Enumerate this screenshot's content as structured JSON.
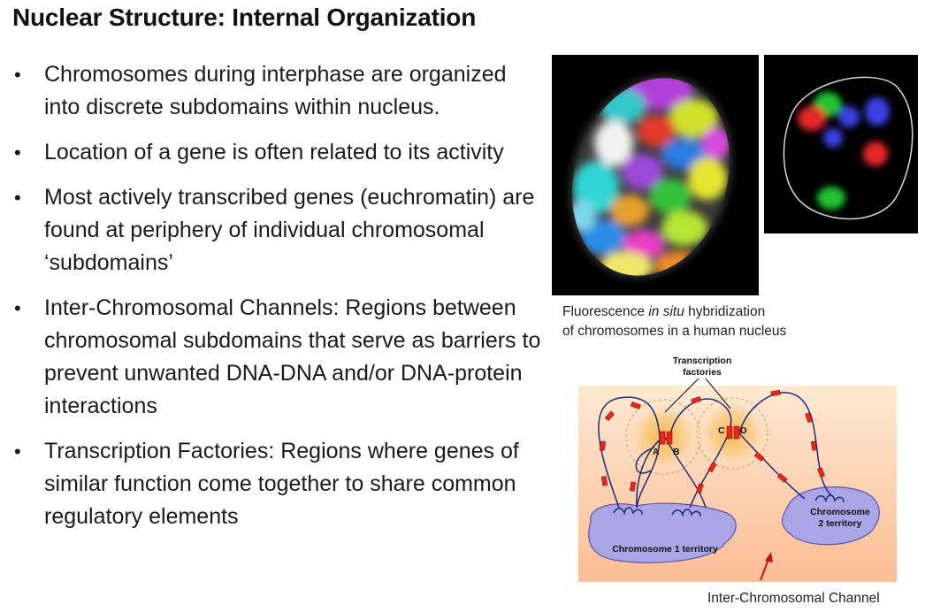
{
  "slide": {
    "title": "Nuclear Structure: Internal Organization",
    "bullets": [
      "Chromosomes during interphase are organized into discrete subdomains within nucleus.",
      "Location of a gene is often related to its activity",
      "Most actively transcribed genes (euchromatin) are found at periphery of individual chromosomal ‘subdomains’",
      "Inter-Chromosomal Channels: Regions between chromosomal subdomains that serve as barriers to prevent unwanted DNA-DNA and/or DNA-protein interactions",
      "Transcription Factories: Regions where genes of similar function come together to share common regulatory elements"
    ]
  },
  "figure": {
    "caption_before": "Fluorescence ",
    "caption_italic": "in situ",
    "caption_after_line1": " hybridization",
    "caption_line2": "of chromosomes in a human nucleus",
    "diagram": {
      "factories_label_line1": "Transcription",
      "factories_label_line2": "factories",
      "locus_a": "A",
      "locus_b": "B",
      "locus_c": "C",
      "locus_d": "D",
      "territory1_label": "Chromosome 1 territory",
      "territory2_label_line1": "Chromosome",
      "territory2_label_line2": "2 territory"
    },
    "channel_label": "Inter-Chromosomal Channel"
  },
  "colors": {
    "territory": "#a9a6e6",
    "chromatin": "#1f2a7a",
    "marker": "#e8261a",
    "factory_glow": "#f6b23c",
    "background_gradient": [
      "#fde9d2",
      "#fbbd95"
    ],
    "arrow": "#c0141c"
  }
}
